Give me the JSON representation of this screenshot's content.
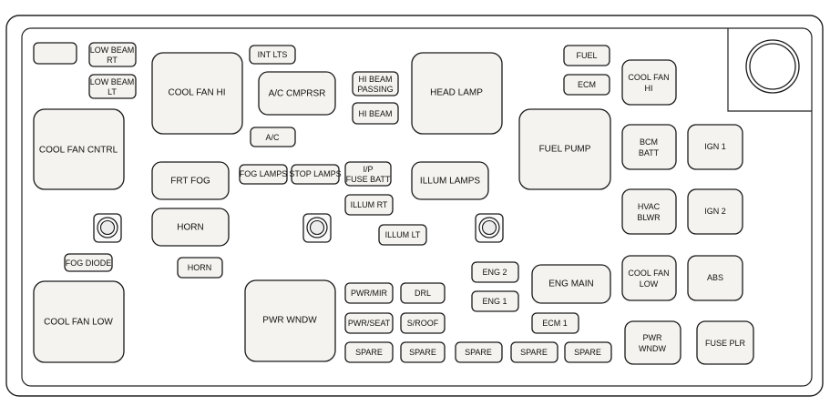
{
  "fuse_panel": {
    "left_column": {
      "blank_fuse": "",
      "low_beam_rt": [
        "LOW BEAM",
        "RT"
      ],
      "low_beam_lt": [
        "LOW BEAM",
        "LT"
      ],
      "cool_fan_cntrl": "COOL FAN CNTRL",
      "fog_diode": "FOG DIODE",
      "cool_fan_low": "COOL FAN LOW"
    },
    "center_left": {
      "cool_fan_hi": "COOL FAN HI",
      "int_lts": "INT LTS",
      "ac_cmprsr": "A/C CMPRSR",
      "ac": "A/C",
      "frt_fog": "FRT FOG",
      "fog_lamps": "FOG LAMPS",
      "stop_lamps": "STOP LAMPS",
      "horn_relay": "HORN",
      "horn_fuse": "HORN",
      "pwr_wndw_relay": "PWR WNDW"
    },
    "center": {
      "hi_beam_passing": [
        "HI BEAM",
        "PASSING"
      ],
      "hi_beam": "HI BEAM",
      "head_lamp": "HEAD LAMP",
      "ip_fuse_batt": [
        "I/P",
        "FUSE BATT"
      ],
      "illum_lamps": "ILLUM LAMPS",
      "illum_rt": "ILLUM RT",
      "illum_lt": "ILLUM LT",
      "pwr_mir": "PWR/MIR",
      "drl": "DRL",
      "pwr_seat": "PWR/SEAT",
      "s_roof": "S/ROOF",
      "spare_1": "SPARE",
      "spare_2": "SPARE",
      "spare_3": "SPARE",
      "spare_4": "SPARE",
      "spare_5": "SPARE",
      "eng_2": "ENG 2",
      "eng_1": "ENG 1",
      "eng_main": "ENG MAIN",
      "ecm_1": "ECM 1"
    },
    "right_column": {
      "fuel": "FUEL",
      "ecm": "ECM",
      "fuel_pump": "FUEL PUMP",
      "cool_fan_hi": [
        "COOL FAN",
        "HI"
      ],
      "bcm_batt": [
        "BCM",
        "BATT"
      ],
      "ign_1": "IGN 1",
      "hvac_blwr": [
        "HVAC",
        "BLWR"
      ],
      "ign_2": "IGN 2",
      "cool_fan_low": [
        "COOL FAN",
        "LOW"
      ],
      "abs": "ABS",
      "pwr_wndw": [
        "PWR",
        "WNDW"
      ],
      "fuse_plr": "FUSE PLR"
    }
  }
}
